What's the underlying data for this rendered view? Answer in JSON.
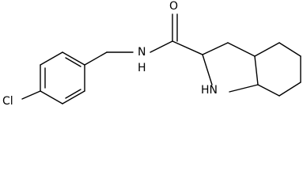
{
  "molecule": {
    "atoms": [
      {
        "id": "Cl",
        "label": "Cl"
      },
      {
        "id": "amide-N",
        "label": "N"
      },
      {
        "id": "amide-H",
        "label": "H"
      },
      {
        "id": "carbonyl-O",
        "label": "O"
      },
      {
        "id": "ring-NH",
        "label": "HN"
      }
    ]
  }
}
